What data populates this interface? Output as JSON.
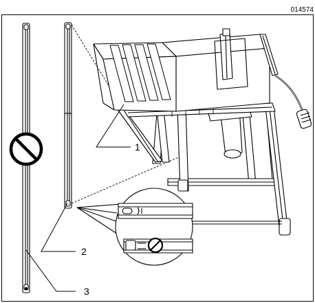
{
  "figure": {
    "code": "014574",
    "callouts": [
      "1",
      "2",
      "3"
    ],
    "prohibited_symbol": "no-symbol-icon",
    "line_color": "#000000",
    "background": "#ffffff"
  }
}
